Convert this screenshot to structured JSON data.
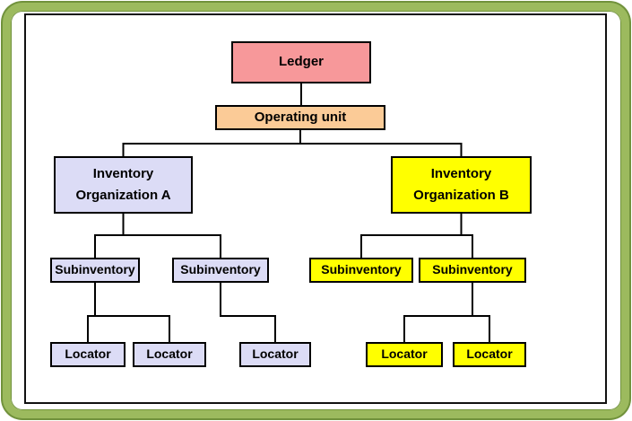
{
  "diagram": {
    "colors": {
      "ledger": "#f7989a",
      "operating_unit": "#fbcb97",
      "organization_a": "#dcdcf6",
      "organization_b": "#ffff00",
      "box_border": "#000000",
      "frame_green": "#9cba5e",
      "frame_green_dark": "#71923c",
      "inner_frame": "#111111"
    },
    "nodes": {
      "ledger": {
        "label": "Ledger"
      },
      "operating_unit": {
        "label": "Operating unit"
      },
      "org_a": {
        "line1": "Inventory",
        "line2": "Organization A"
      },
      "org_b": {
        "line1": "Inventory",
        "line2": "Organization B"
      },
      "sub_a1": {
        "label": "Subinventory"
      },
      "sub_a2": {
        "label": "Subinventory"
      },
      "sub_b1": {
        "label": "Subinventory"
      },
      "sub_b2": {
        "label": "Subinventory"
      },
      "loc_a1": {
        "label": "Locator"
      },
      "loc_a2": {
        "label": "Locator"
      },
      "loc_a3": {
        "label": "Locator"
      },
      "loc_b1": {
        "label": "Locator"
      },
      "loc_b2": {
        "label": "Locator"
      }
    }
  }
}
